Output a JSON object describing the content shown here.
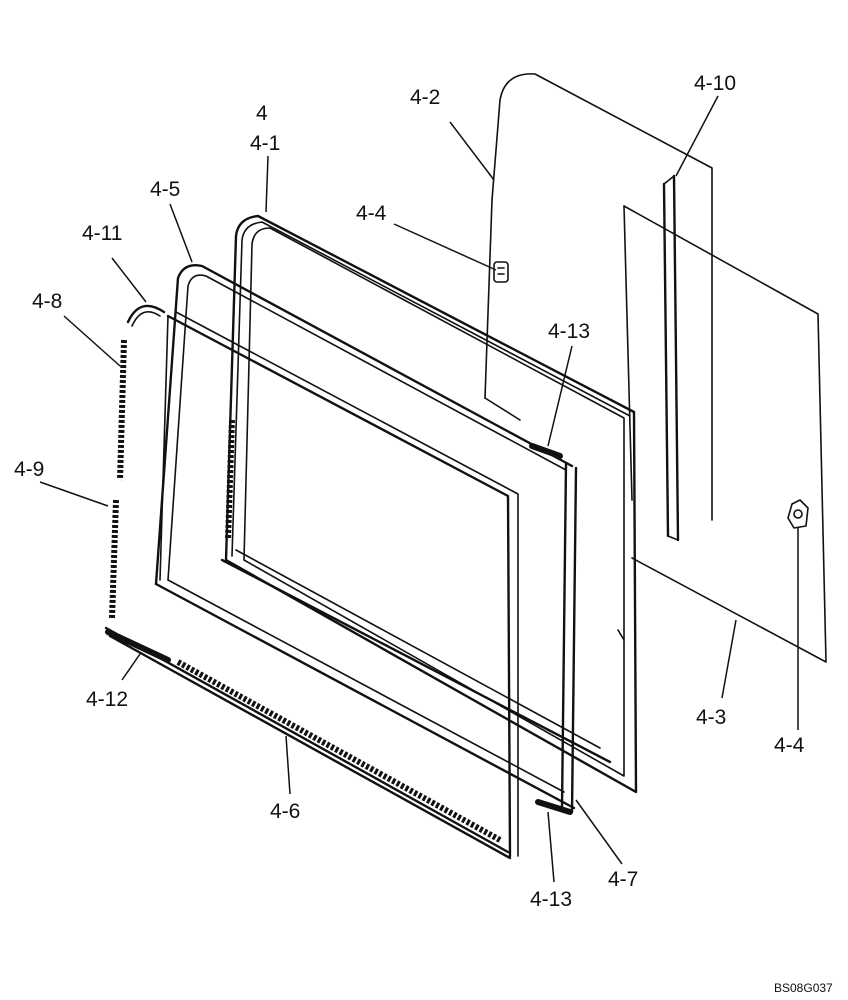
{
  "diagram": {
    "drawing_code": "BS08G037",
    "callouts": {
      "c4": "4",
      "c4_1": "4-1",
      "c4_2": "4-2",
      "c4_3": "4-3",
      "c4_4_top": "4-4",
      "c4_4_bottom": "4-4",
      "c4_5": "4-5",
      "c4_6": "4-6",
      "c4_7": "4-7",
      "c4_8": "4-8",
      "c4_9": "4-9",
      "c4_10": "4-10",
      "c4_11": "4-11",
      "c4_12": "4-12",
      "c4_13_top": "4-13",
      "c4_13_bottom": "4-13"
    }
  }
}
